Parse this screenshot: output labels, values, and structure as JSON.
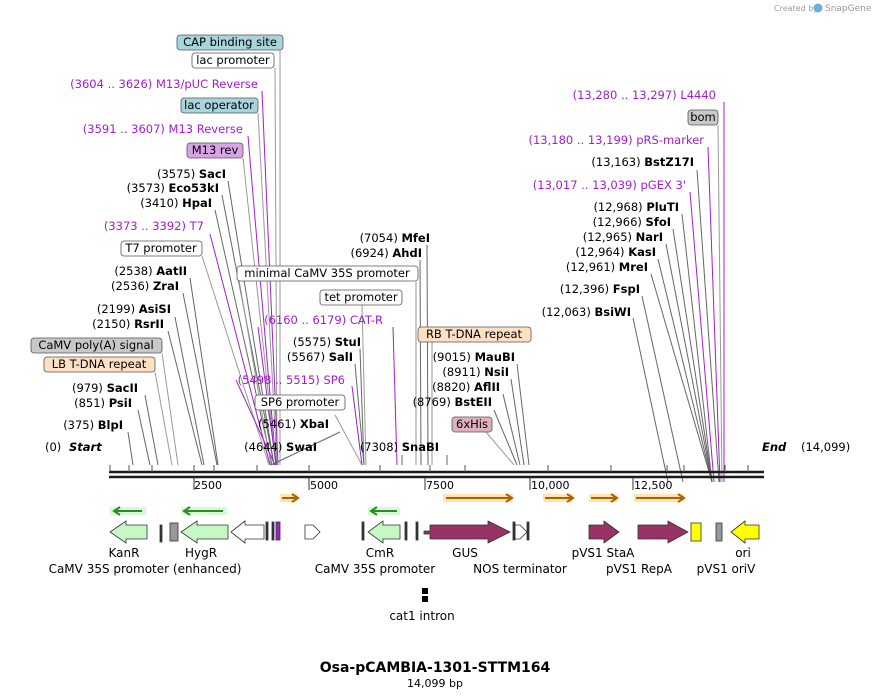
{
  "credit": "Created by",
  "brand": "SnapGene",
  "title": "Osa-pCAMBIA-1301-STTM164",
  "subtitle": "14,099 bp",
  "ends": {
    "start_pos": "(0)",
    "start_label": "Start",
    "end_label": "End",
    "end_pos": "(14,099)"
  },
  "ruler_ticks": [
    "2500",
    "5000",
    "7500",
    "10,000",
    "12,500"
  ],
  "colors": {
    "enzyme": "#000000",
    "primer": "#a020c8",
    "feature_line": "#999999",
    "backbone": "#1a1a1a"
  },
  "left_sites": [
    {
      "label": "(3575)  SacI"
    },
    {
      "label": "(3573)  Eco53kI"
    },
    {
      "label": "(3410)  HpaI"
    },
    {
      "label": "(2538)  AatII"
    },
    {
      "label": "(2536)  ZraI"
    },
    {
      "label": "(2199)  AsiSI"
    },
    {
      "label": "(2150)  RsrII"
    },
    {
      "label": "(979)  SacII"
    },
    {
      "label": "(851)  PsiI"
    },
    {
      "label": "(375)  BlpI"
    }
  ],
  "left_primers": [
    {
      "label": "(3604 .. 3626)  M13/pUC Reverse"
    },
    {
      "label": "(3591 .. 3607)  M13 Reverse"
    },
    {
      "label": "(3373 .. 3392)  T7"
    }
  ],
  "left_boxes": [
    {
      "label": "CAP binding site",
      "fill": "#a8d4dc"
    },
    {
      "label": "lac promoter",
      "fill": "#ffffff"
    },
    {
      "label": "lac operator",
      "fill": "#a8d4dc"
    },
    {
      "label": "M13 rev",
      "fill": "#d9a3e8"
    },
    {
      "label": "T7 promoter",
      "fill": "#ffffff"
    },
    {
      "label": "CaMV poly(A) signal",
      "fill": "#c8c8c8"
    },
    {
      "label": "LB T-DNA repeat",
      "fill": "#fde0c4"
    }
  ],
  "mid_sites": [
    {
      "label": "(7054)  MfeI"
    },
    {
      "label": "(6924)  AhdI"
    },
    {
      "label": "(5575)  StuI"
    },
    {
      "label": "(5567)  SalI"
    },
    {
      "label": "(9015)  MauBI"
    },
    {
      "label": "(8911)  NsiI"
    },
    {
      "label": "(8820)  AflII"
    },
    {
      "label": "(8769)  BstEII"
    },
    {
      "label": "(5461)  XbaI"
    },
    {
      "label": "(4644)  SwaI"
    },
    {
      "label": "(7308)  SnaBI"
    }
  ],
  "mid_primers": [
    {
      "label": "(6160 .. 6179)  CAT-R"
    },
    {
      "label": "(5498 .. 5515)  SP6"
    }
  ],
  "mid_boxes": [
    {
      "label": "minimal CaMV 35S promoter",
      "fill": "#ffffff"
    },
    {
      "label": "tet promoter",
      "fill": "#ffffff"
    },
    {
      "label": "RB T-DNA repeat",
      "fill": "#fde0c4"
    },
    {
      "label": "SP6 promoter",
      "fill": "#ffffff"
    },
    {
      "label": "6xHis",
      "fill": "#e0b0bc"
    }
  ],
  "right_sites": [
    {
      "label": "(13,163)  BstZ17I"
    },
    {
      "label": "(12,968)  PluTI"
    },
    {
      "label": "(12,966)  SfoI"
    },
    {
      "label": "(12,965)  NarI"
    },
    {
      "label": "(12,964)  KasI"
    },
    {
      "label": "(12,961)  MreI"
    },
    {
      "label": "(12,396)  FspI"
    },
    {
      "label": "(12,063)  BsiWI"
    }
  ],
  "right_primers": [
    {
      "label": "(13,280 .. 13,297)  L4440"
    },
    {
      "label": "(13,180 .. 13,199)  pRS-marker"
    },
    {
      "label": "(13,017 .. 13,039)  pGEX 3'"
    }
  ],
  "right_boxes": [
    {
      "label": "bom",
      "fill": "#c8c8c8"
    }
  ],
  "features": [
    {
      "label": "KanR",
      "color": "#c6f7c6"
    },
    {
      "label": "HygR",
      "color": "#c6f7c6"
    },
    {
      "label": "CmR",
      "color": "#c6f7c6"
    },
    {
      "label": "GUS",
      "color": "#993366"
    },
    {
      "label": "pVS1 StaA",
      "color": "#993366"
    },
    {
      "label": "ori",
      "color": "#ffff00"
    },
    {
      "label": "CaMV 35S promoter (enhanced)",
      "color": "#ffffff"
    },
    {
      "label": "CaMV 35S promoter",
      "color": "#ffffff"
    },
    {
      "label": "NOS terminator",
      "color": "#ffffff"
    },
    {
      "label": "pVS1 RepA",
      "color": "#993366"
    },
    {
      "label": "pVS1 oriV",
      "color": "#ffff00"
    },
    {
      "label": "cat1 intron",
      "color": "#000000"
    }
  ]
}
